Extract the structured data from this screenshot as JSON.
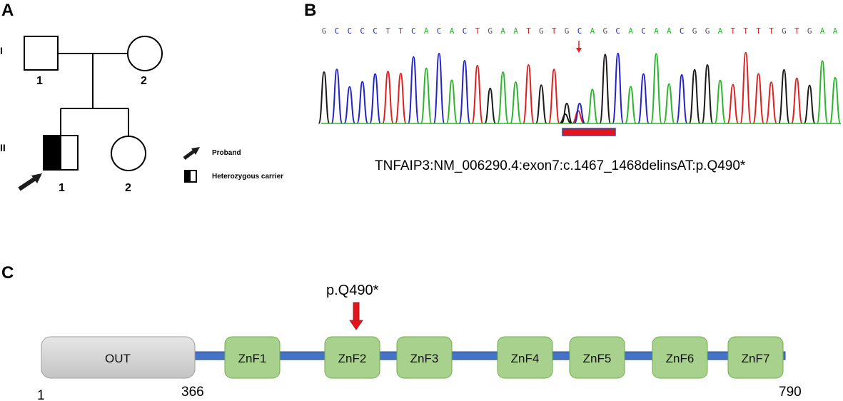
{
  "panels": {
    "a": "A",
    "b": "B",
    "c": "C"
  },
  "pedigree": {
    "generations": [
      "I",
      "II"
    ],
    "gen1": {
      "father_num": "1",
      "mother_num": "2"
    },
    "gen2": {
      "proband_num": "1",
      "sibling_num": "2"
    },
    "legend": {
      "proband": "Proband",
      "carrier": "Heterozygous carrier"
    }
  },
  "sequence": {
    "bases": [
      "G",
      "C",
      "C",
      "C",
      "C",
      "T",
      "T",
      "C",
      "A",
      "C",
      "A",
      "C",
      "T",
      "G",
      "A",
      "A",
      "T",
      "G",
      "T",
      "G",
      "C",
      "A",
      "G",
      "C",
      "A",
      "C",
      "A",
      "A",
      "C",
      "G",
      "G",
      "A",
      "T",
      "T",
      "T",
      "T",
      "G",
      "T",
      "G",
      "A",
      "A"
    ],
    "colors": {
      "A": "#2db52d",
      "C": "#2323c8",
      "G": "#555555",
      "T": "#e02020"
    },
    "variant": "TNFAIP3:NM_006290.4:exon7:c.1467_1468delinsAT:p.Q490*"
  },
  "protein": {
    "start": "1",
    "out_end": "366",
    "end": "790",
    "mutation_label": "p.Q490*",
    "domains": [
      "OUT",
      "ZnF1",
      "ZnF2",
      "ZnF3",
      "ZnF4",
      "ZnF5",
      "ZnF6",
      "ZnF7"
    ]
  }
}
